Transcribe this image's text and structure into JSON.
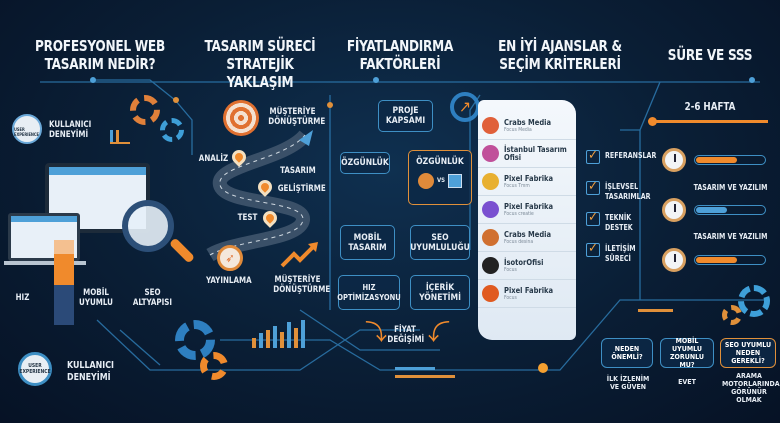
{
  "colors": {
    "accent_orange": "#f08a2c",
    "accent_blue": "#3e8fc4",
    "background": "#0a1e35"
  },
  "sections": [
    {
      "title": "PROFESYONEL WEB TASARIM NEDİR?"
    },
    {
      "title": "TASARIM SÜRECİ STRATEJİK YAKLAŞIM"
    },
    {
      "title": "FİYATLANDIRMA FAKTÖRLERİ"
    },
    {
      "title": "EN İYİ AJANSLAR & SEÇİM KRİTERLERİ"
    },
    {
      "title": "SÜRE VE SSS"
    }
  ],
  "web": {
    "ux_badge": "USER EXPERIENCE",
    "ux_label": "KULLANICI DENEYİMİ",
    "hiz": "HIZ",
    "mobil": "MOBİL UYUMLU",
    "seo": "SEO ALTYAPISI",
    "ux_badge2": "USER EXPERIENCE",
    "ux_label2": "KULLANICI DENEYİMİ"
  },
  "process": {
    "goal": "MÜŞTERİYE DÖNÜŞTÜRME",
    "analiz": "ANALİZ",
    "tasarim": "TASARIM",
    "gelistirme": "GELİŞTİRME",
    "test": "TEST",
    "yayinlama": "YAYINLAMA",
    "goal2": "MÜŞTERİYE DÖNÜŞTÜRME"
  },
  "pricing": {
    "proje": "PROJE KAPSAMI",
    "ozgunluk1": "ÖZGÜNLÜK",
    "ozgunluk2": "ÖZGÜNLÜK",
    "vs": "VS",
    "mobil": "MOBİL TASARIM",
    "seo": "SEO UYUMLULUĞU",
    "hiz": "HIZ OPTİMİZASYONU",
    "icerik": "İÇERİK YÖNETİMİ",
    "fiyat": "FİYAT DEĞİŞİMİ"
  },
  "agencies": [
    {
      "name": "Crabs Media",
      "sub": "Focus Media",
      "color": "#e0603a"
    },
    {
      "name": "İstanbul Tasarım Ofisi",
      "sub": "",
      "color": "#c0509a"
    },
    {
      "name": "Pixel Fabrika",
      "sub": "Focus Tmm",
      "color": "#e8b030"
    },
    {
      "name": "Pixel Fabrika",
      "sub": "Focus creatie",
      "color": "#7a50d0"
    },
    {
      "name": "Crabs Media",
      "sub": "Focus desina",
      "color": "#d07030"
    },
    {
      "name": "İsotorOfisi",
      "sub": "Focus",
      "color": "#222222"
    },
    {
      "name": "Pixel Fabrika",
      "sub": "Focus",
      "color": "#e05a20"
    }
  ],
  "criteria": [
    "REFERANSLAR",
    "İŞLEVSEL TASARIMLAR",
    "TEKNİK DESTEK",
    "İLETİŞİM SÜRECİ"
  ],
  "duration": {
    "range": "2-6 HAFTA",
    "bars": [
      {
        "fill": 0.6,
        "color": "#f08a2c"
      },
      {
        "fill": 0.45,
        "color": "#4ea0d8"
      },
      {
        "fill": 0.6,
        "color": "#f08a2c"
      }
    ],
    "label1": "TASARIM VE YAZILIM",
    "label2": "TASARIM VE YAZILIM"
  },
  "faq": [
    {
      "q": "NEDEN ÖNEMLİ?",
      "a": "İLK İZLENİM VE GÜVEN"
    },
    {
      "q": "MOBİL UYUMLU ZORUNLU MU?",
      "a": "EVET"
    },
    {
      "q": "SEO UYUMLU NEDEN GEREKLİ?",
      "a": "ARAMA MOTORLARINDA GÖRÜNÜR OLMAK"
    }
  ]
}
